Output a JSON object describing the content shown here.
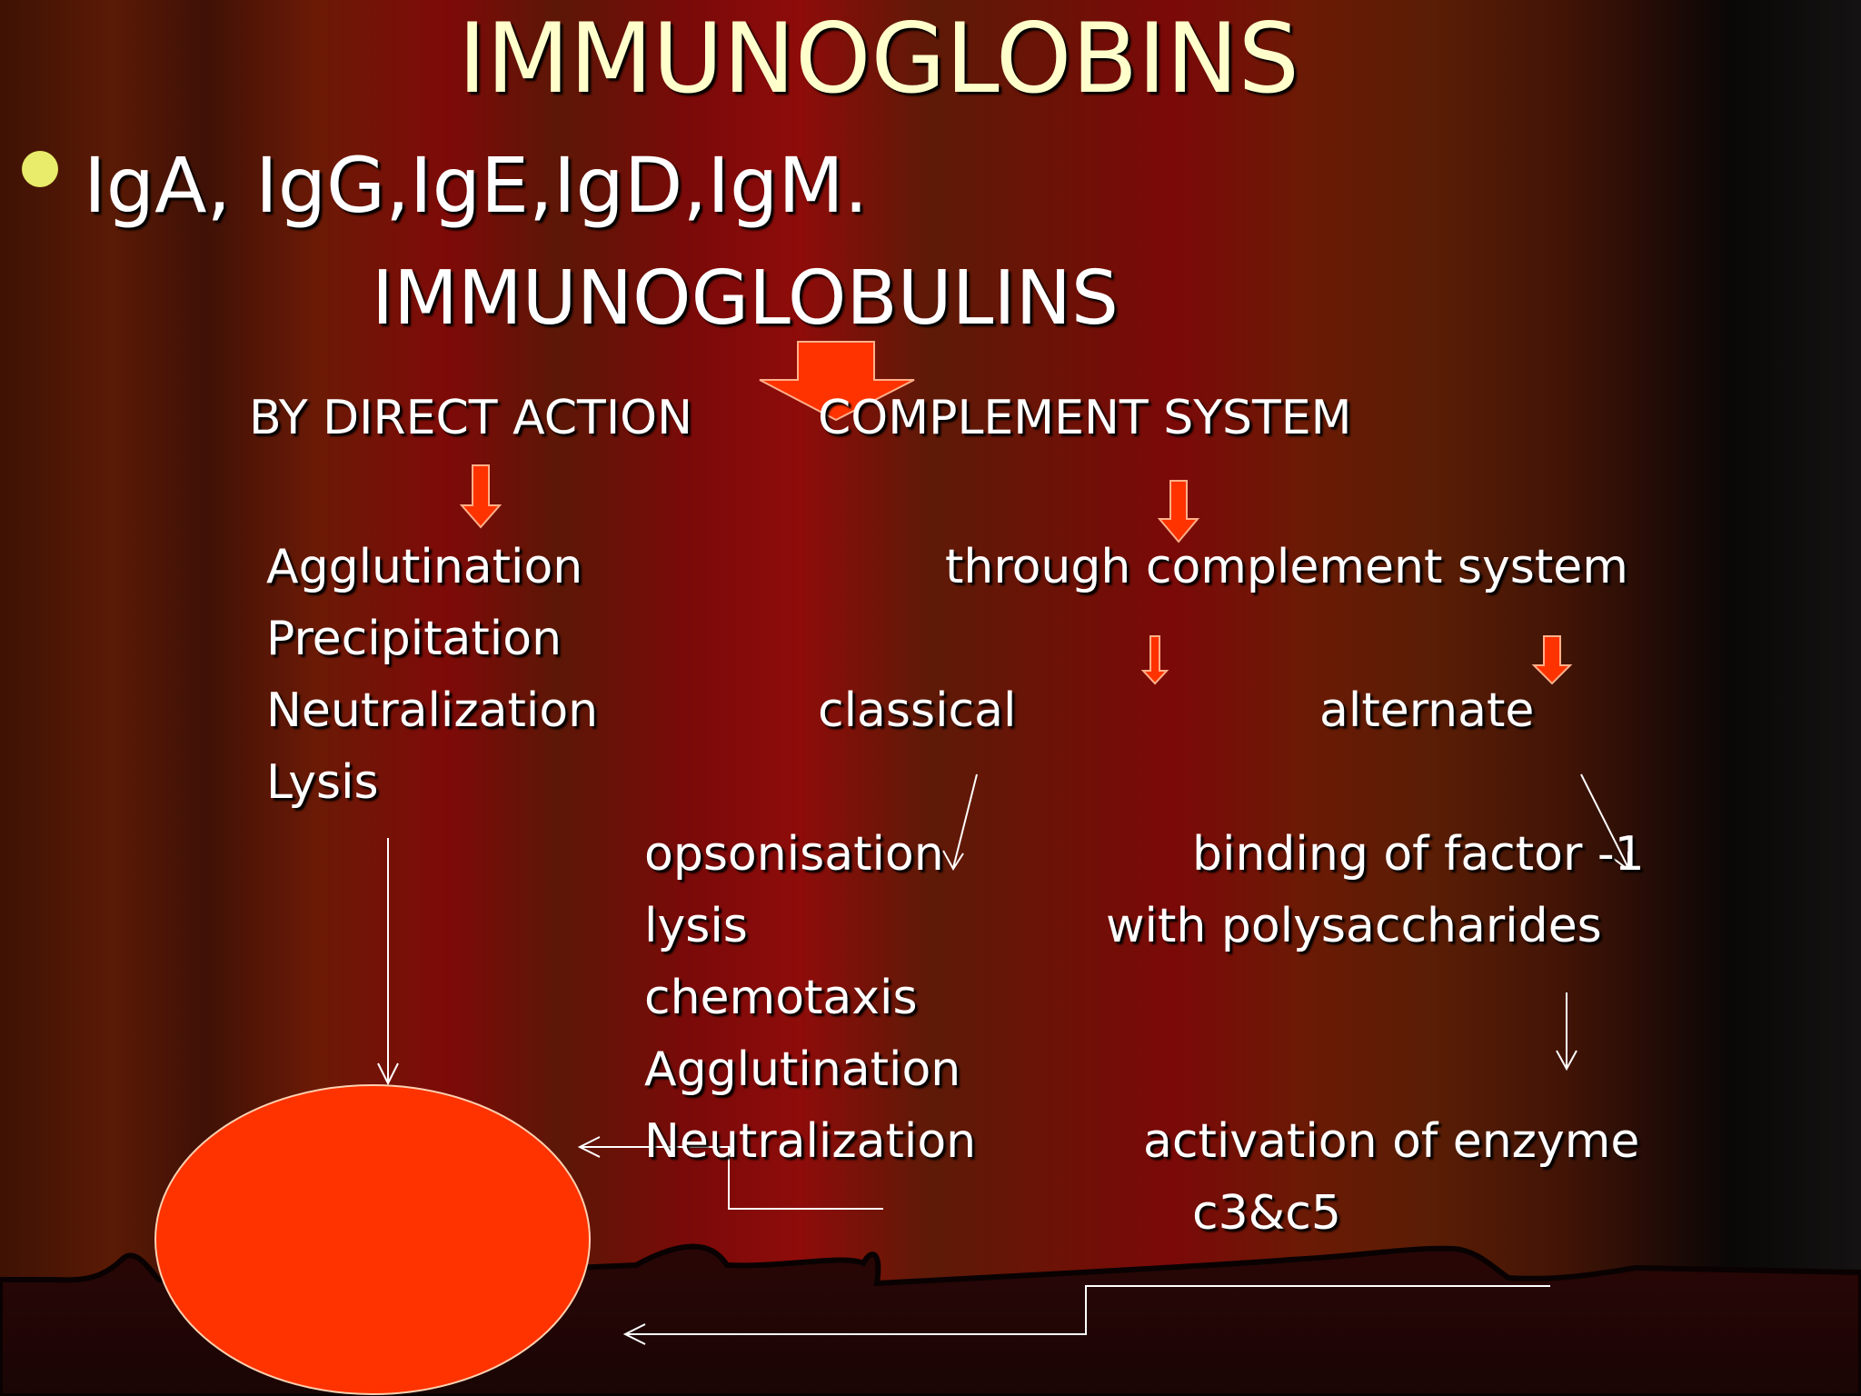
{
  "title": "IMMUNOGLOBINS",
  "bullet": "IgA, IgG,IgE,IgD,IgM.",
  "heading": "IMMUNOGLOBULINS",
  "branches": {
    "direct": "BY DIRECT ACTION",
    "complement": "COMPLEMENT SYSTEM"
  },
  "direct_actions": [
    "Agglutination",
    "Precipitation",
    "Neutralization",
    "Lysis"
  ],
  "complement": {
    "through": "through complement system",
    "classical": "classical",
    "alternate": "alternate",
    "classical_effects": [
      "opsonisation",
      "lysis",
      "chemotaxis",
      "Agglutination",
      "Neutralization"
    ],
    "alternate_steps": [
      "binding of factor -1",
      "with polysaccharides",
      "activation of enzyme",
      "c3&c5"
    ]
  },
  "colors": {
    "title": "#ffffcc",
    "accent_arrow": "#ff3300",
    "target_cell": "#ff3300",
    "bullet": "#e8ec6a"
  }
}
